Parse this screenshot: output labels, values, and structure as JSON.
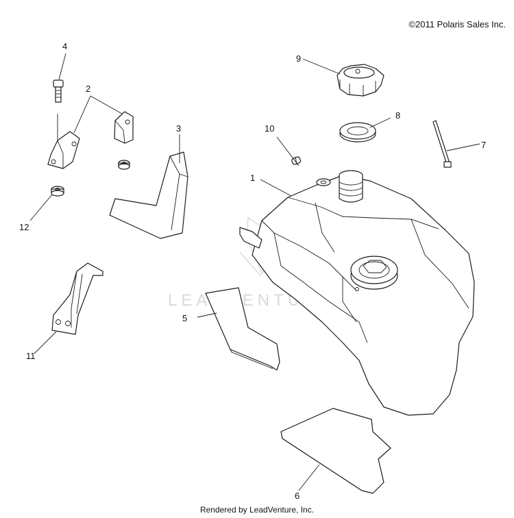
{
  "copyright": "©2011 Polaris Sales Inc.",
  "footer": "Rendered by LeadVenture, Inc.",
  "watermark": "LEADVENTURE",
  "callouts": [
    "1",
    "2",
    "3",
    "4",
    "5",
    "6",
    "7",
    "8",
    "9",
    "10",
    "11",
    "12"
  ]
}
